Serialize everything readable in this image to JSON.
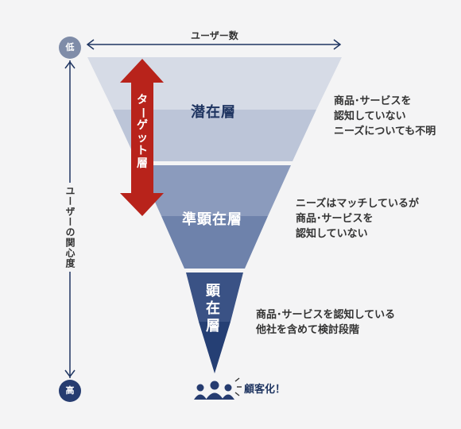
{
  "axis": {
    "top_label": "低",
    "bottom_label": "高",
    "vertical_label": "ユーザーの関心度",
    "horizontal_label": "ユーザー数"
  },
  "target": {
    "label_chars": [
      "タ",
      "ー",
      "ゲ",
      "ッ",
      "ト",
      "層"
    ],
    "color": "#b8231b"
  },
  "layers": [
    {
      "name": "潜在層",
      "color_top": "#d6dbe6",
      "color_bottom": "#bcc5d8",
      "desc": [
        "商品･サービスを",
        "認知していない",
        "ニーズについても不明"
      ]
    },
    {
      "name": "準顕在層",
      "color_top": "#8b9bbd",
      "color_bottom": "#6e82ab",
      "desc": [
        "ニーズはマッチしているが",
        "商品･サービスを",
        "認知していない"
      ]
    },
    {
      "name_chars": [
        "顕",
        "在",
        "層"
      ],
      "color_top": "#3a5285",
      "color_bottom": "#253f74",
      "desc": [
        "商品･サービスを認知している",
        "他社を含めて検討段階"
      ]
    }
  ],
  "customer": {
    "label": "顧客化！",
    "icon": "people-group-icon"
  },
  "colors": {
    "navy": "#1f3561",
    "circle_top": "#7f8ca8",
    "circle_bottom": "#263c70"
  }
}
